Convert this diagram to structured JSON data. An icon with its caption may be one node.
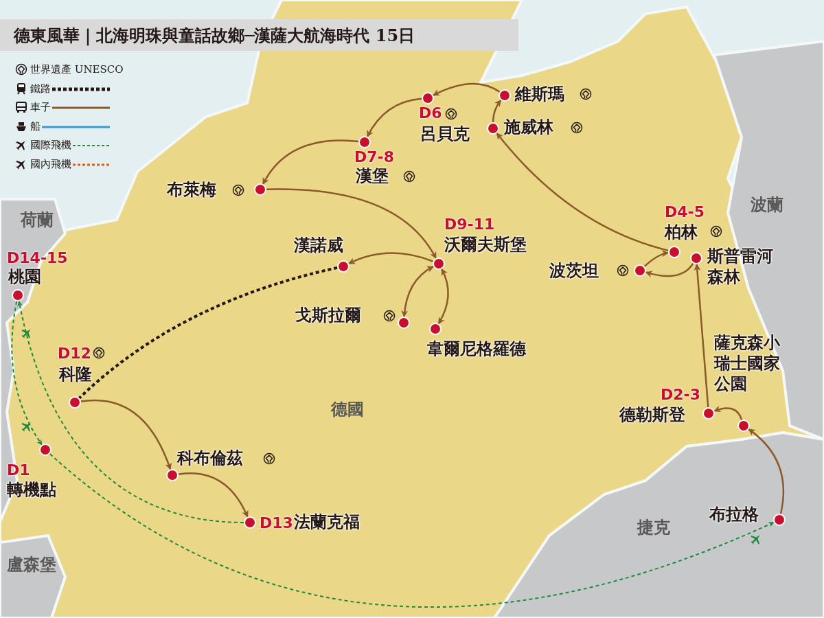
{
  "diagram": {
    "title": "德東風華｜北海明珠與童話故鄉─漢薩大航海時代 15日",
    "nodes": [
      {
        "text": [
          "D14-15",
          "桃園"
        ]
      },
      {
        "text": [
          "D1",
          "轉機點"
        ]
      },
      {
        "text": [
          "D12",
          "科隆"
        ]
      },
      {
        "text": [
          "科布倫茲"
        ]
      },
      {
        "text": [
          "D13",
          "法蘭克福"
        ]
      },
      {
        "text": [
          "布萊梅"
        ]
      },
      {
        "text": [
          "D7-8",
          "漢堡"
        ]
      },
      {
        "text": [
          "D6",
          "呂貝克"
        ]
      },
      {
        "text": [
          "維斯瑪"
        ]
      },
      {
        "text": [
          "施威林"
        ]
      },
      {
        "text": [
          "漢諾威"
        ]
      },
      {
        "text": [
          "D9-11",
          "沃爾夫斯堡"
        ]
      },
      {
        "text": [
          "戈斯拉爾"
        ]
      },
      {
        "text": [
          "韋爾尼格羅德"
        ]
      },
      {
        "text": [
          "D4-5",
          "柏林"
        ]
      },
      {
        "text": [
          "斯普雷河森林"
        ]
      },
      {
        "text": [
          "波茨坦"
        ]
      },
      {
        "text": [
          "D2-3",
          "德勒斯登"
        ]
      },
      {
        "text": [
          "薩克森小瑞士國家公園"
        ]
      },
      {
        "text": [
          "布拉格"
        ]
      }
    ],
    "edges": [
      {
        "from": 19,
        "to": 18,
        "arrow": "to"
      },
      {
        "from": 18,
        "to": 17,
        "arrow": "to"
      },
      {
        "from": 17,
        "to": 15,
        "arrow": "to"
      },
      {
        "from": 15,
        "to": 16,
        "arrow": "to"
      },
      {
        "from": 16,
        "to": 14,
        "arrow": "to"
      },
      {
        "from": 14,
        "to": 9,
        "arrow": "to"
      },
      {
        "from": 9,
        "to": 8,
        "arrow": "to"
      },
      {
        "from": 8,
        "to": 7,
        "arrow": "to"
      },
      {
        "from": 7,
        "to": 6,
        "arrow": "to"
      },
      {
        "from": 6,
        "to": 5,
        "arrow": "to"
      },
      {
        "from": 5,
        "to": 11,
        "arrow": "to"
      },
      {
        "from": 11,
        "to": 10,
        "arrow": "to"
      },
      {
        "from": 11,
        "to": 12,
        "arrow": "both"
      },
      {
        "from": 11,
        "to": 13,
        "arrow": "both"
      },
      {
        "from": 10,
        "to": 2,
        "arrow": "none",
        "style": "dashed",
        "color": "#231815"
      },
      {
        "from": 2,
        "to": 3,
        "arrow": "to"
      },
      {
        "from": 3,
        "to": 4,
        "arrow": "to"
      },
      {
        "from": 0,
        "to": 1,
        "arrow": "to",
        "style": "dashed",
        "color": "#1e8a3c"
      },
      {
        "from": 1,
        "to": 19,
        "arrow": "to",
        "style": "dashed",
        "color": "#1e8a3c"
      },
      {
        "from": 4,
        "to": 0,
        "arrow": "to",
        "style": "dashed",
        "color": "#1e8a3c"
      }
    ],
    "labels": [
      "荷蘭",
      "盧森堡",
      "德國",
      "波蘭",
      "捷克"
    ],
    "legend": [
      {
        "text": "世界遺產 UNESCO"
      },
      {
        "text": "鐵路"
      },
      {
        "text": "車子"
      },
      {
        "text": "船"
      },
      {
        "text": "國際飛機"
      },
      {
        "text": "國內飛機"
      }
    ]
  }
}
